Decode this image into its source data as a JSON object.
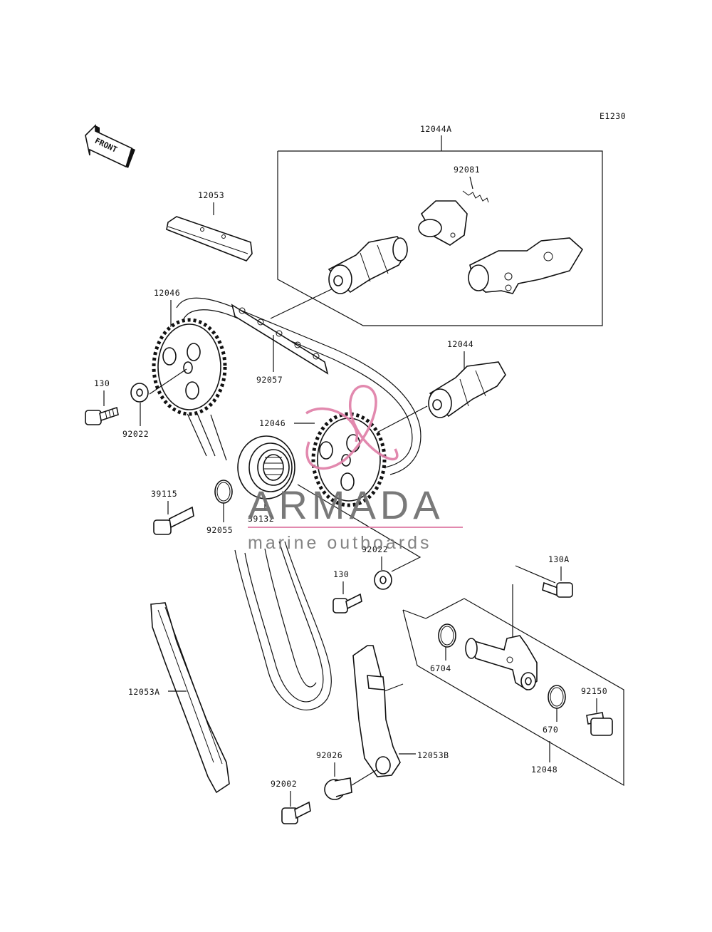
{
  "diagram_code": "E1230",
  "front_label": "FRONT",
  "watermark": {
    "name": "ARMADA",
    "tagline": "marine outboards",
    "accent_color": "#e07fa8"
  },
  "labels": {
    "l_12044A": "12044A",
    "l_92081": "92081",
    "l_12053": "12053",
    "l_12046_top": "12046",
    "l_92057": "92057",
    "l_12044": "12044",
    "l_130_left": "130",
    "l_92022_left": "92022",
    "l_12046_mid": "12046",
    "l_39115": "39115",
    "l_92055": "92055",
    "l_39132": "39132",
    "l_92022_mid": "92022",
    "l_130_mid": "130",
    "l_130A": "130A",
    "l_6704": "6704",
    "l_92150": "92150",
    "l_12053A": "12053A",
    "l_670": "670",
    "l_12048": "12048",
    "l_92026": "92026",
    "l_12053B": "12053B",
    "l_92002": "92002"
  }
}
